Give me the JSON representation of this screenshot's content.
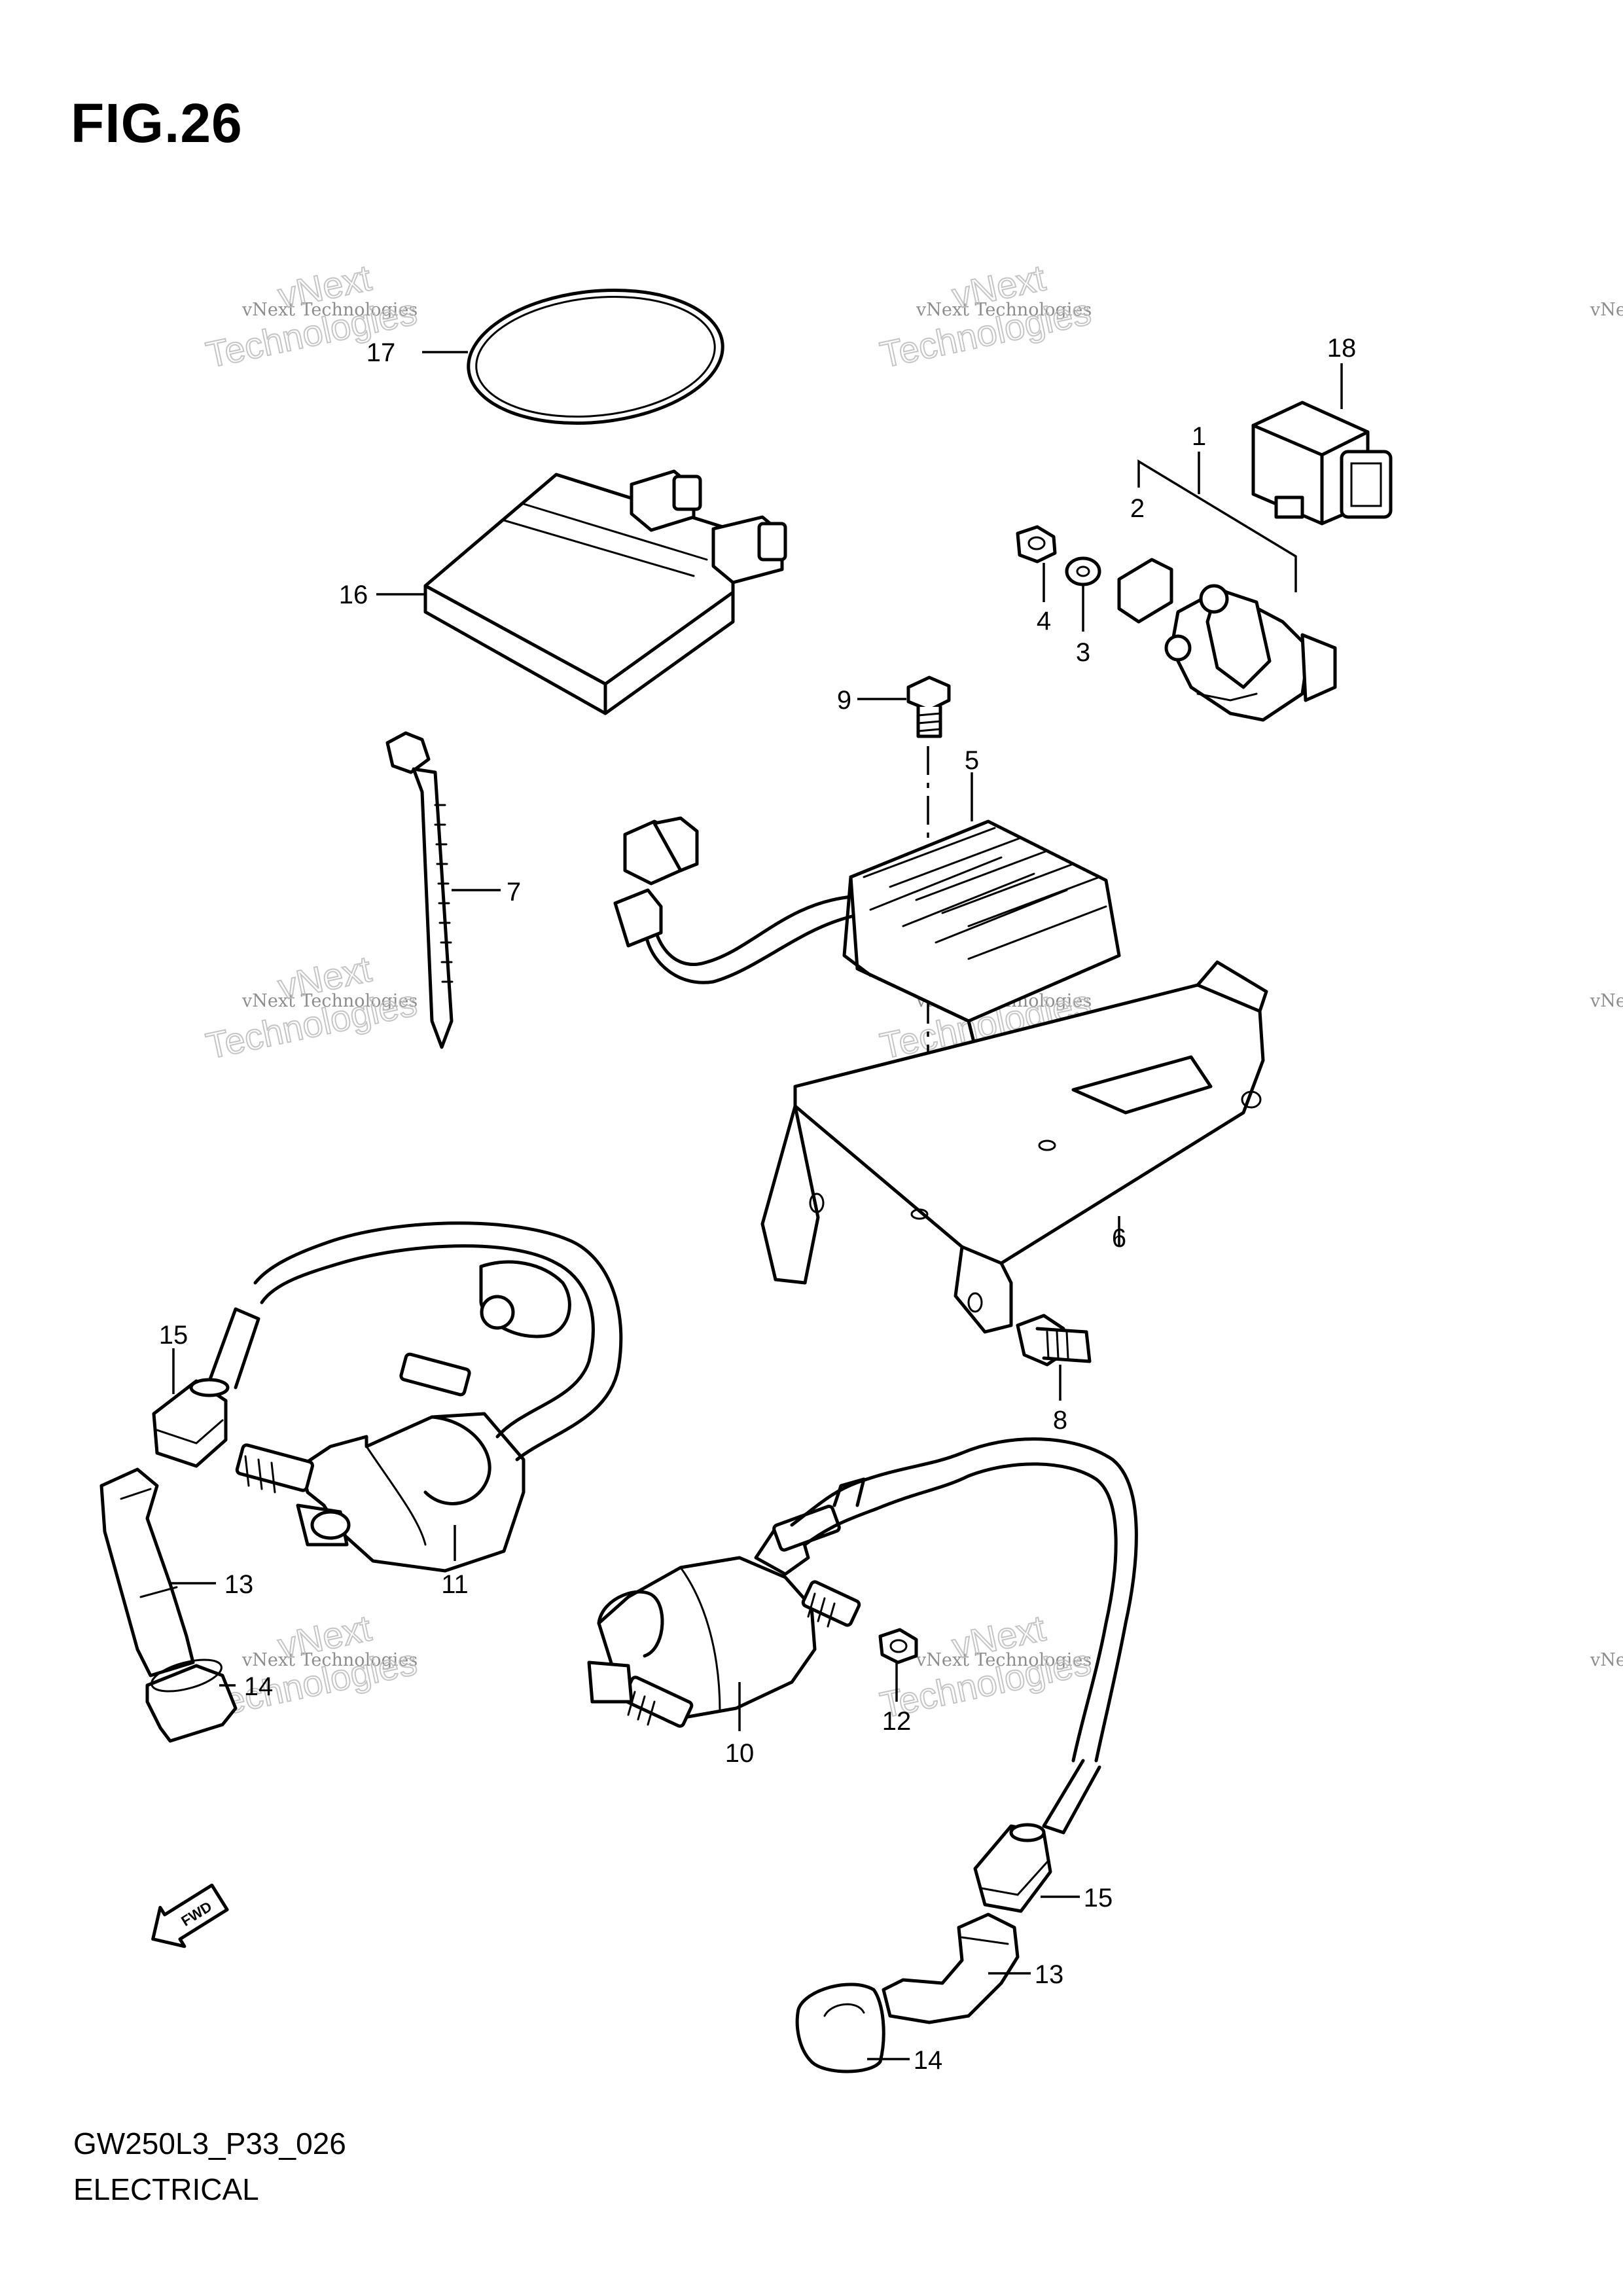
{
  "figure": {
    "title": "FIG.26",
    "code": "GW250L3_P33_026",
    "name": "ELECTRICAL"
  },
  "watermark": {
    "line1": "vNext Technologies",
    "line2": "vNext",
    "line3": "Technologies"
  },
  "fwd_label": "FWD",
  "callouts": [
    {
      "id": "c1",
      "label": "1"
    },
    {
      "id": "c2",
      "label": "2"
    },
    {
      "id": "c3",
      "label": "3"
    },
    {
      "id": "c4",
      "label": "4"
    },
    {
      "id": "c5",
      "label": "5"
    },
    {
      "id": "c6",
      "label": "6"
    },
    {
      "id": "c7",
      "label": "7"
    },
    {
      "id": "c8",
      "label": "8"
    },
    {
      "id": "c9",
      "label": "9"
    },
    {
      "id": "c10",
      "label": "10"
    },
    {
      "id": "c11",
      "label": "11"
    },
    {
      "id": "c12",
      "label": "12"
    },
    {
      "id": "c13a",
      "label": "13"
    },
    {
      "id": "c13b",
      "label": "13"
    },
    {
      "id": "c14a",
      "label": "14"
    },
    {
      "id": "c14b",
      "label": "14"
    },
    {
      "id": "c15a",
      "label": "15"
    },
    {
      "id": "c15b",
      "label": "15"
    },
    {
      "id": "c16",
      "label": "16"
    },
    {
      "id": "c17",
      "label": "17"
    },
    {
      "id": "c18",
      "label": "18"
    }
  ],
  "colors": {
    "ink": "#000000",
    "watermark": "#7a7a7a",
    "background": "#ffffff"
  }
}
